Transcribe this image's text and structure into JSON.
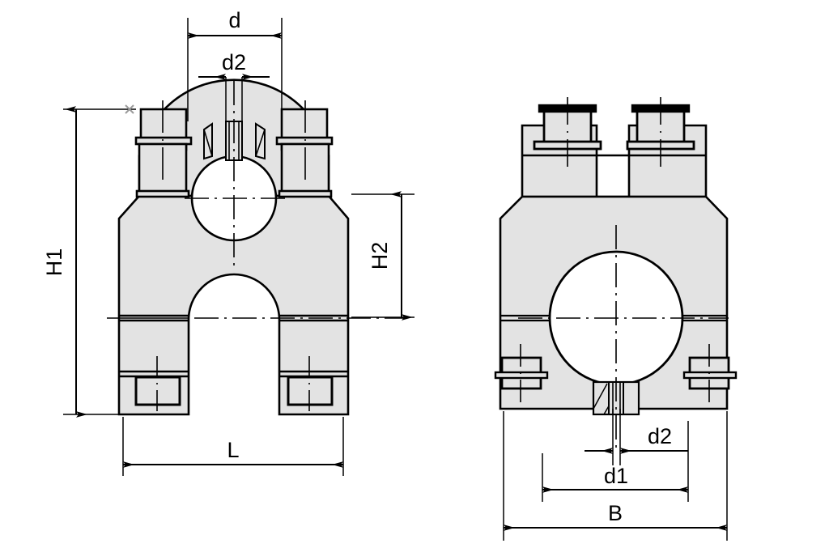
{
  "drawing": {
    "title": "Pipe clamp / shaft support bracket - two orthographic views",
    "background_color": "#ffffff",
    "line_color": "#000000",
    "fill_color": "#e3e3e3",
    "views": [
      {
        "name": "front-view",
        "label": "",
        "position": "left"
      },
      {
        "name": "side-view",
        "label": "",
        "position": "right"
      }
    ]
  },
  "dimensions": {
    "d": {
      "label": "d",
      "view": "front-view",
      "orientation": "horizontal",
      "position": "top"
    },
    "d2_front": {
      "label": "d2",
      "view": "front-view",
      "orientation": "horizontal",
      "position": "top-inner"
    },
    "h1": {
      "label": "H1",
      "view": "front-view",
      "orientation": "vertical",
      "position": "left"
    },
    "h2": {
      "label": "H2",
      "view": "front-view",
      "orientation": "vertical",
      "position": "right"
    },
    "l": {
      "label": "L",
      "view": "front-view",
      "orientation": "horizontal",
      "position": "bottom"
    },
    "d2_side": {
      "label": "d2",
      "view": "side-view",
      "orientation": "horizontal",
      "position": "bottom-inner"
    },
    "d1": {
      "label": "d1",
      "view": "side-view",
      "orientation": "horizontal",
      "position": "bottom-middle"
    },
    "b": {
      "label": "B",
      "view": "side-view",
      "orientation": "horizontal",
      "position": "bottom"
    }
  }
}
